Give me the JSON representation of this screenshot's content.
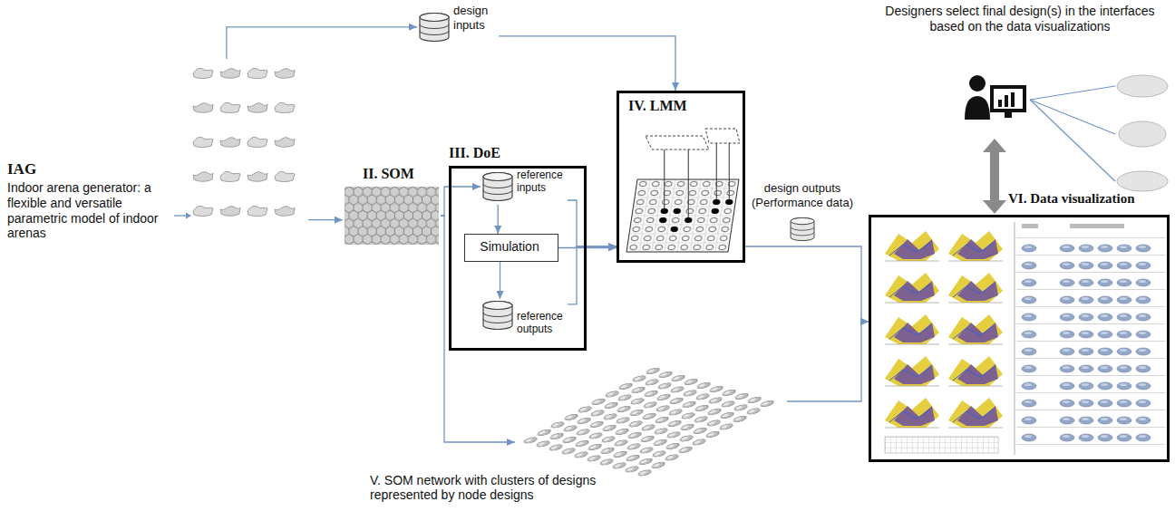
{
  "diagram": {
    "nodes": [
      {
        "text": [
          "IAG",
          "Indoor arena generator: a flexible and versatile parametric model of indoor arenas"
        ]
      },
      {
        "text": [
          "II. SOM"
        ]
      },
      {
        "text": [
          "III. DoE"
        ]
      },
      {
        "text": [
          "reference inputs"
        ],
        "in": 2
      },
      {
        "text": [
          "Simulation"
        ],
        "in": 2
      },
      {
        "text": [
          "reference outputs"
        ],
        "in": 2
      },
      {
        "text": [
          "design inputs"
        ]
      },
      {
        "text": [
          "IV. LMM"
        ]
      },
      {
        "text": [
          "design outputs (Performance data)"
        ]
      },
      {
        "text": [
          "V. SOM network with clusters of designs represented by node designs"
        ]
      },
      {
        "text": [
          "VI. Data visualization"
        ]
      },
      {
        "text": [
          "Designers select final design(s) in the interfaces based on the data visualizations"
        ]
      }
    ],
    "edges": [
      {
        "from": 0,
        "to": 1,
        "arrow": "to"
      },
      {
        "from": 0,
        "to": 6,
        "arrow": "to"
      },
      {
        "from": 6,
        "to": 7,
        "arrow": "to"
      },
      {
        "from": 1,
        "to": 3,
        "arrow": "to"
      },
      {
        "from": 1,
        "to": 9,
        "arrow": "to"
      },
      {
        "from": 3,
        "to": 4,
        "arrow": "to"
      },
      {
        "from": 4,
        "to": 5,
        "arrow": "to"
      },
      {
        "from": 3,
        "to": 7,
        "arrow": "to"
      },
      {
        "from": 4,
        "to": 7,
        "arrow": "to"
      },
      {
        "from": 5,
        "to": 7,
        "arrow": "to"
      },
      {
        "from": 7,
        "to": 10,
        "arrow": "to"
      },
      {
        "from": 9,
        "to": 10,
        "arrow": "to"
      },
      {
        "from": 11,
        "to": 10,
        "arrow": "both"
      }
    ]
  }
}
